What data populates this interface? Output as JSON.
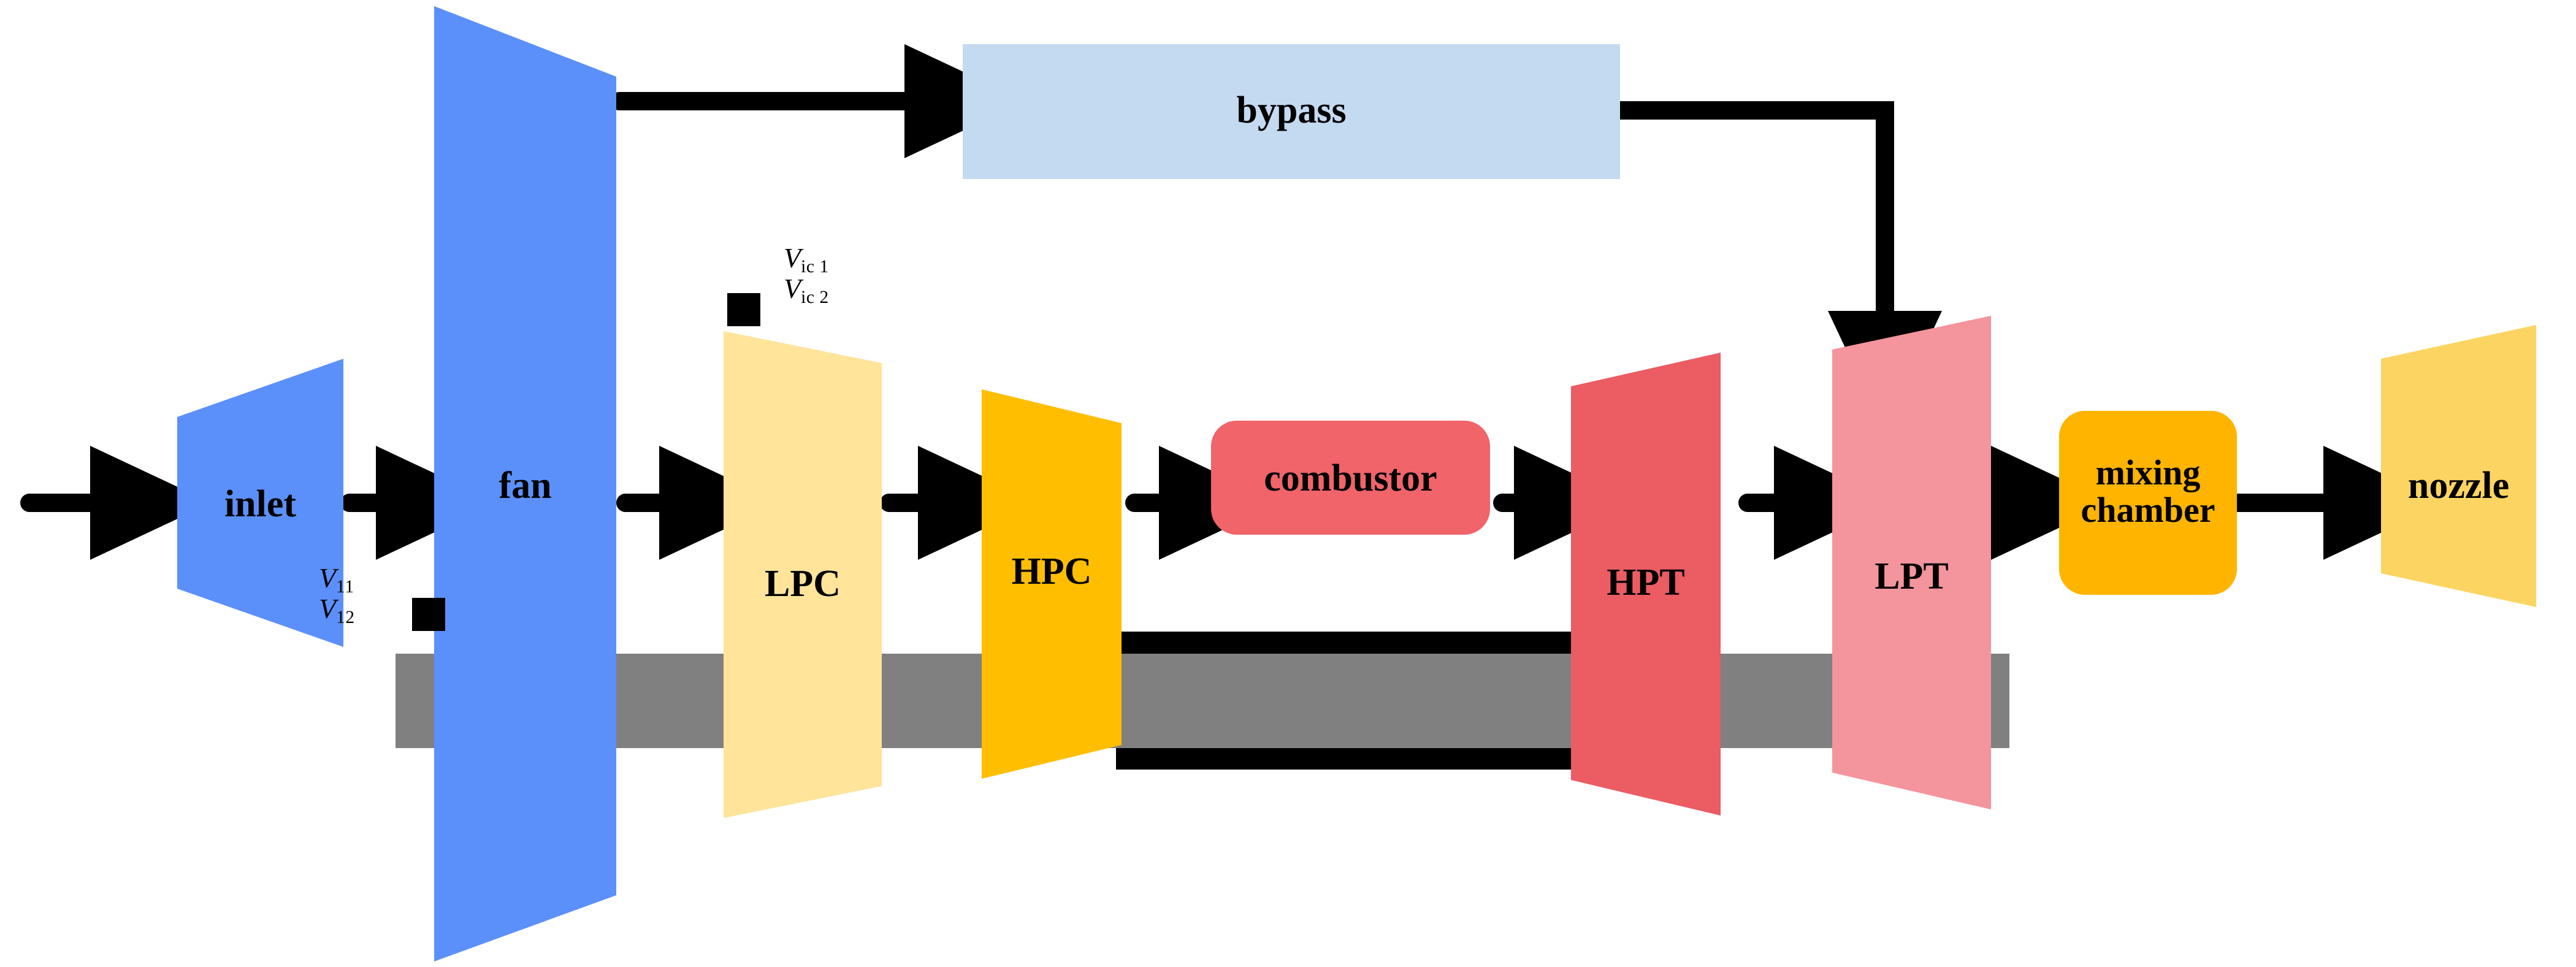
{
  "diagram": {
    "title": "turbofan-engine-schematic",
    "type": "block-flow-diagram"
  },
  "components": [
    {
      "id": "inlet",
      "label": "inlet",
      "shape": "trapezoid-right-wide",
      "color": "#5B90FA"
    },
    {
      "id": "fan",
      "label": "fan",
      "shape": "trapezoid-left-tall",
      "color": "#5B90FA"
    },
    {
      "id": "bypass",
      "label": "bypass",
      "shape": "rectangle",
      "color": "#C4DAF0"
    },
    {
      "id": "lpc",
      "label": "LPC",
      "shape": "trapezoid-left-wide",
      "color": "#FFE49A"
    },
    {
      "id": "hpc",
      "label": "HPC",
      "shape": "trapezoid-left-wide",
      "color": "#FFBE00"
    },
    {
      "id": "combustor",
      "label": "combustor",
      "shape": "rounded-rect",
      "color": "#F0646A"
    },
    {
      "id": "hpt",
      "label": "HPT",
      "shape": "trapezoid-right-wide",
      "color": "#EB5C63"
    },
    {
      "id": "lpt",
      "label": "LPT",
      "shape": "trapezoid-right-wide",
      "color": "#F4949C"
    },
    {
      "id": "mixing-chamber",
      "label": "mixing\nchamber",
      "label_line1": "mixing",
      "label_line2": "chamber",
      "shape": "rounded-rect",
      "color": "#FFB400"
    },
    {
      "id": "nozzle",
      "label": "nozzle",
      "shape": "trapezoid-right-wide",
      "color": "#FBD462"
    }
  ],
  "annotations": [
    {
      "id": "v-inlet",
      "symbol": "V",
      "sub1": "11",
      "sub2": "12",
      "line1": "V11",
      "line2": "V12",
      "marker": "black-square"
    },
    {
      "id": "v-lpc",
      "symbol": "V",
      "sub1": "ic 1",
      "sub2": "ic 2",
      "line1": "Vic1",
      "line2": "Vic2",
      "marker": "black-square"
    }
  ],
  "shafts": [
    {
      "id": "lp-shaft",
      "color": "#808080",
      "description": "low-pressure spool shaft"
    },
    {
      "id": "hp-shaft",
      "color": "#000000",
      "description": "high-pressure spool shaft"
    }
  ],
  "flow": {
    "arrow_color": "#000000",
    "connections": [
      "ambient -> inlet",
      "inlet -> fan",
      "fan -> bypass",
      "fan -> LPC",
      "LPC -> HPC",
      "HPC -> combustor",
      "combustor -> HPT",
      "HPT -> LPT",
      "LPT -> mixing chamber",
      "bypass -> mixing chamber",
      "mixing chamber -> nozzle"
    ]
  }
}
